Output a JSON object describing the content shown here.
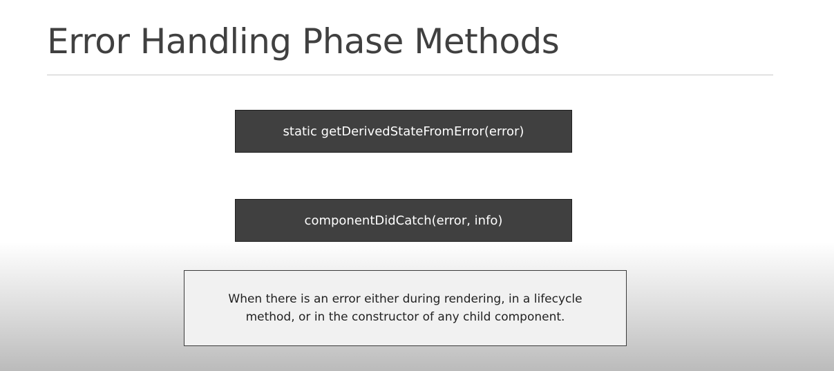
{
  "slide": {
    "title": "Error Handling Phase Methods",
    "methods": [
      {
        "label": "static getDerivedStateFromError(error)"
      },
      {
        "label": "componentDidCatch(error, info)"
      }
    ],
    "note": {
      "line1": "When there is an error either during rendering, in a lifecycle",
      "line2": "method, or in the constructor of any child component."
    },
    "colors": {
      "box_fill": "#404040",
      "box_text": "#ffffff",
      "title_text": "#404040",
      "note_fill": "#f1f1f1"
    }
  }
}
